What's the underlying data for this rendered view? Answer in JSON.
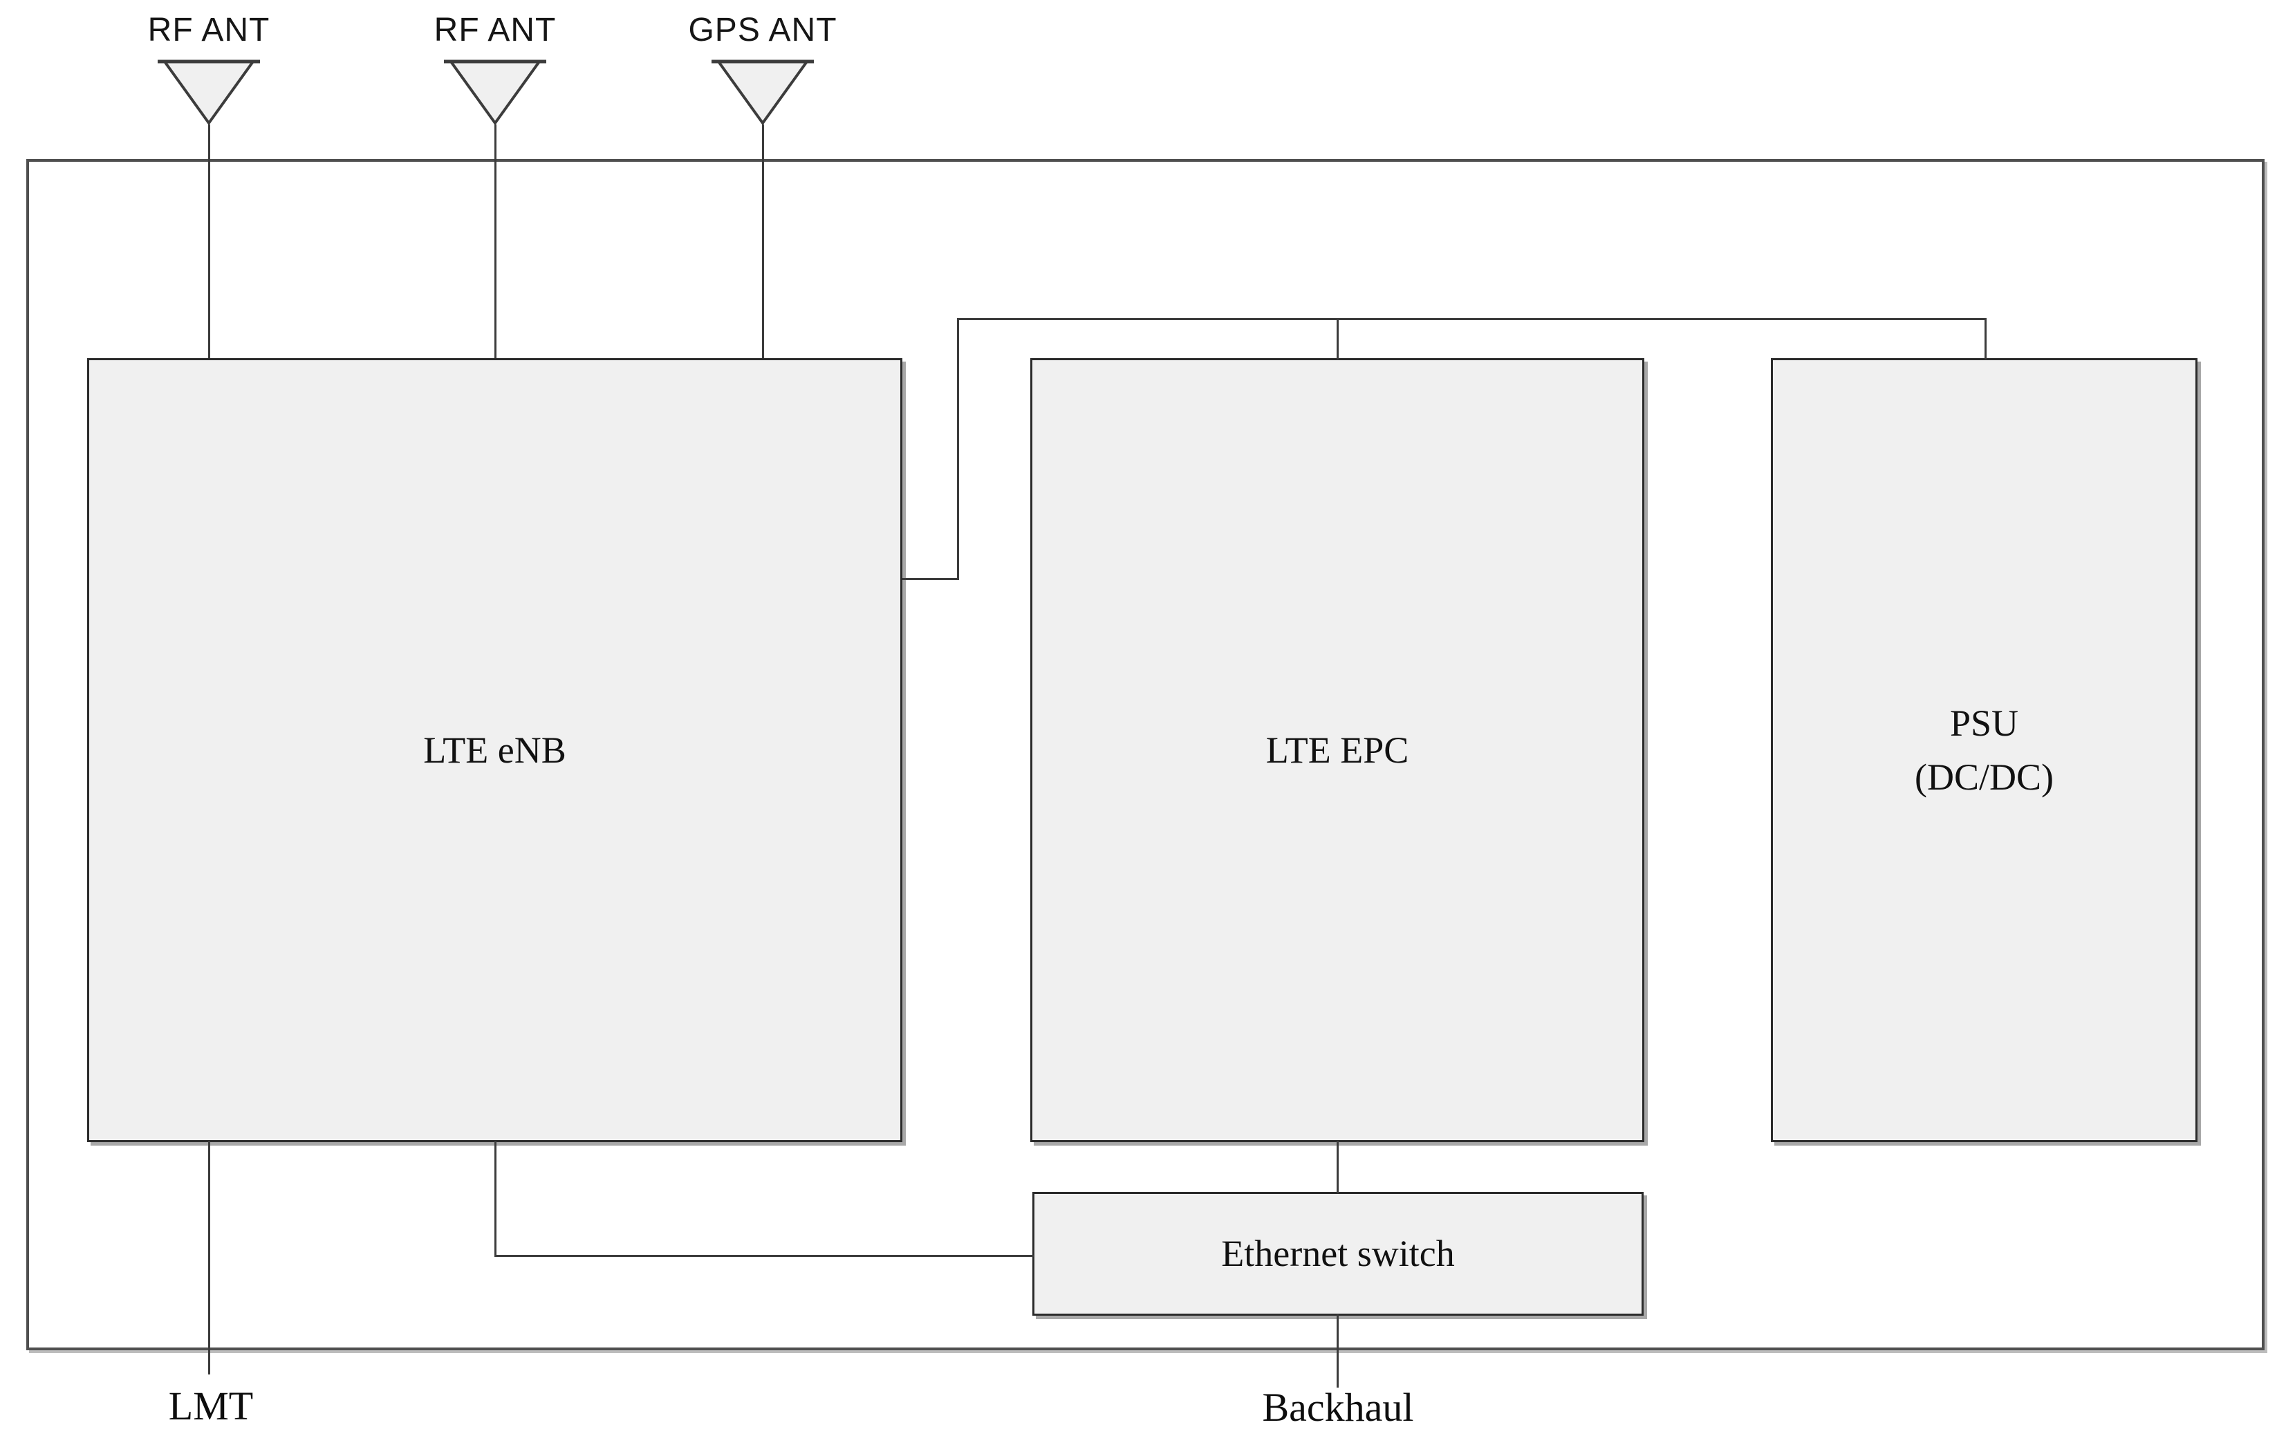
{
  "diagram": {
    "antennas": [
      {
        "label": "RF ANT"
      },
      {
        "label": "RF ANT"
      },
      {
        "label": "GPS ANT"
      }
    ],
    "blocks": {
      "enb": {
        "label": "LTE eNB"
      },
      "epc": {
        "label": "LTE EPC"
      },
      "psu": {
        "label_line1": "PSU",
        "label_line2": "(DC/DC)"
      },
      "switch": {
        "label": "Ethernet switch"
      }
    },
    "ports": {
      "lmt": "LMT",
      "backhaul": "Backhaul"
    },
    "colors": {
      "background": "#ffffff",
      "block_fill": "#f0f0f0",
      "block_border": "#2b2b2b",
      "outer_border": "#4f4f4f",
      "connector_line": "#3c3c3c",
      "text": "#111111"
    }
  }
}
